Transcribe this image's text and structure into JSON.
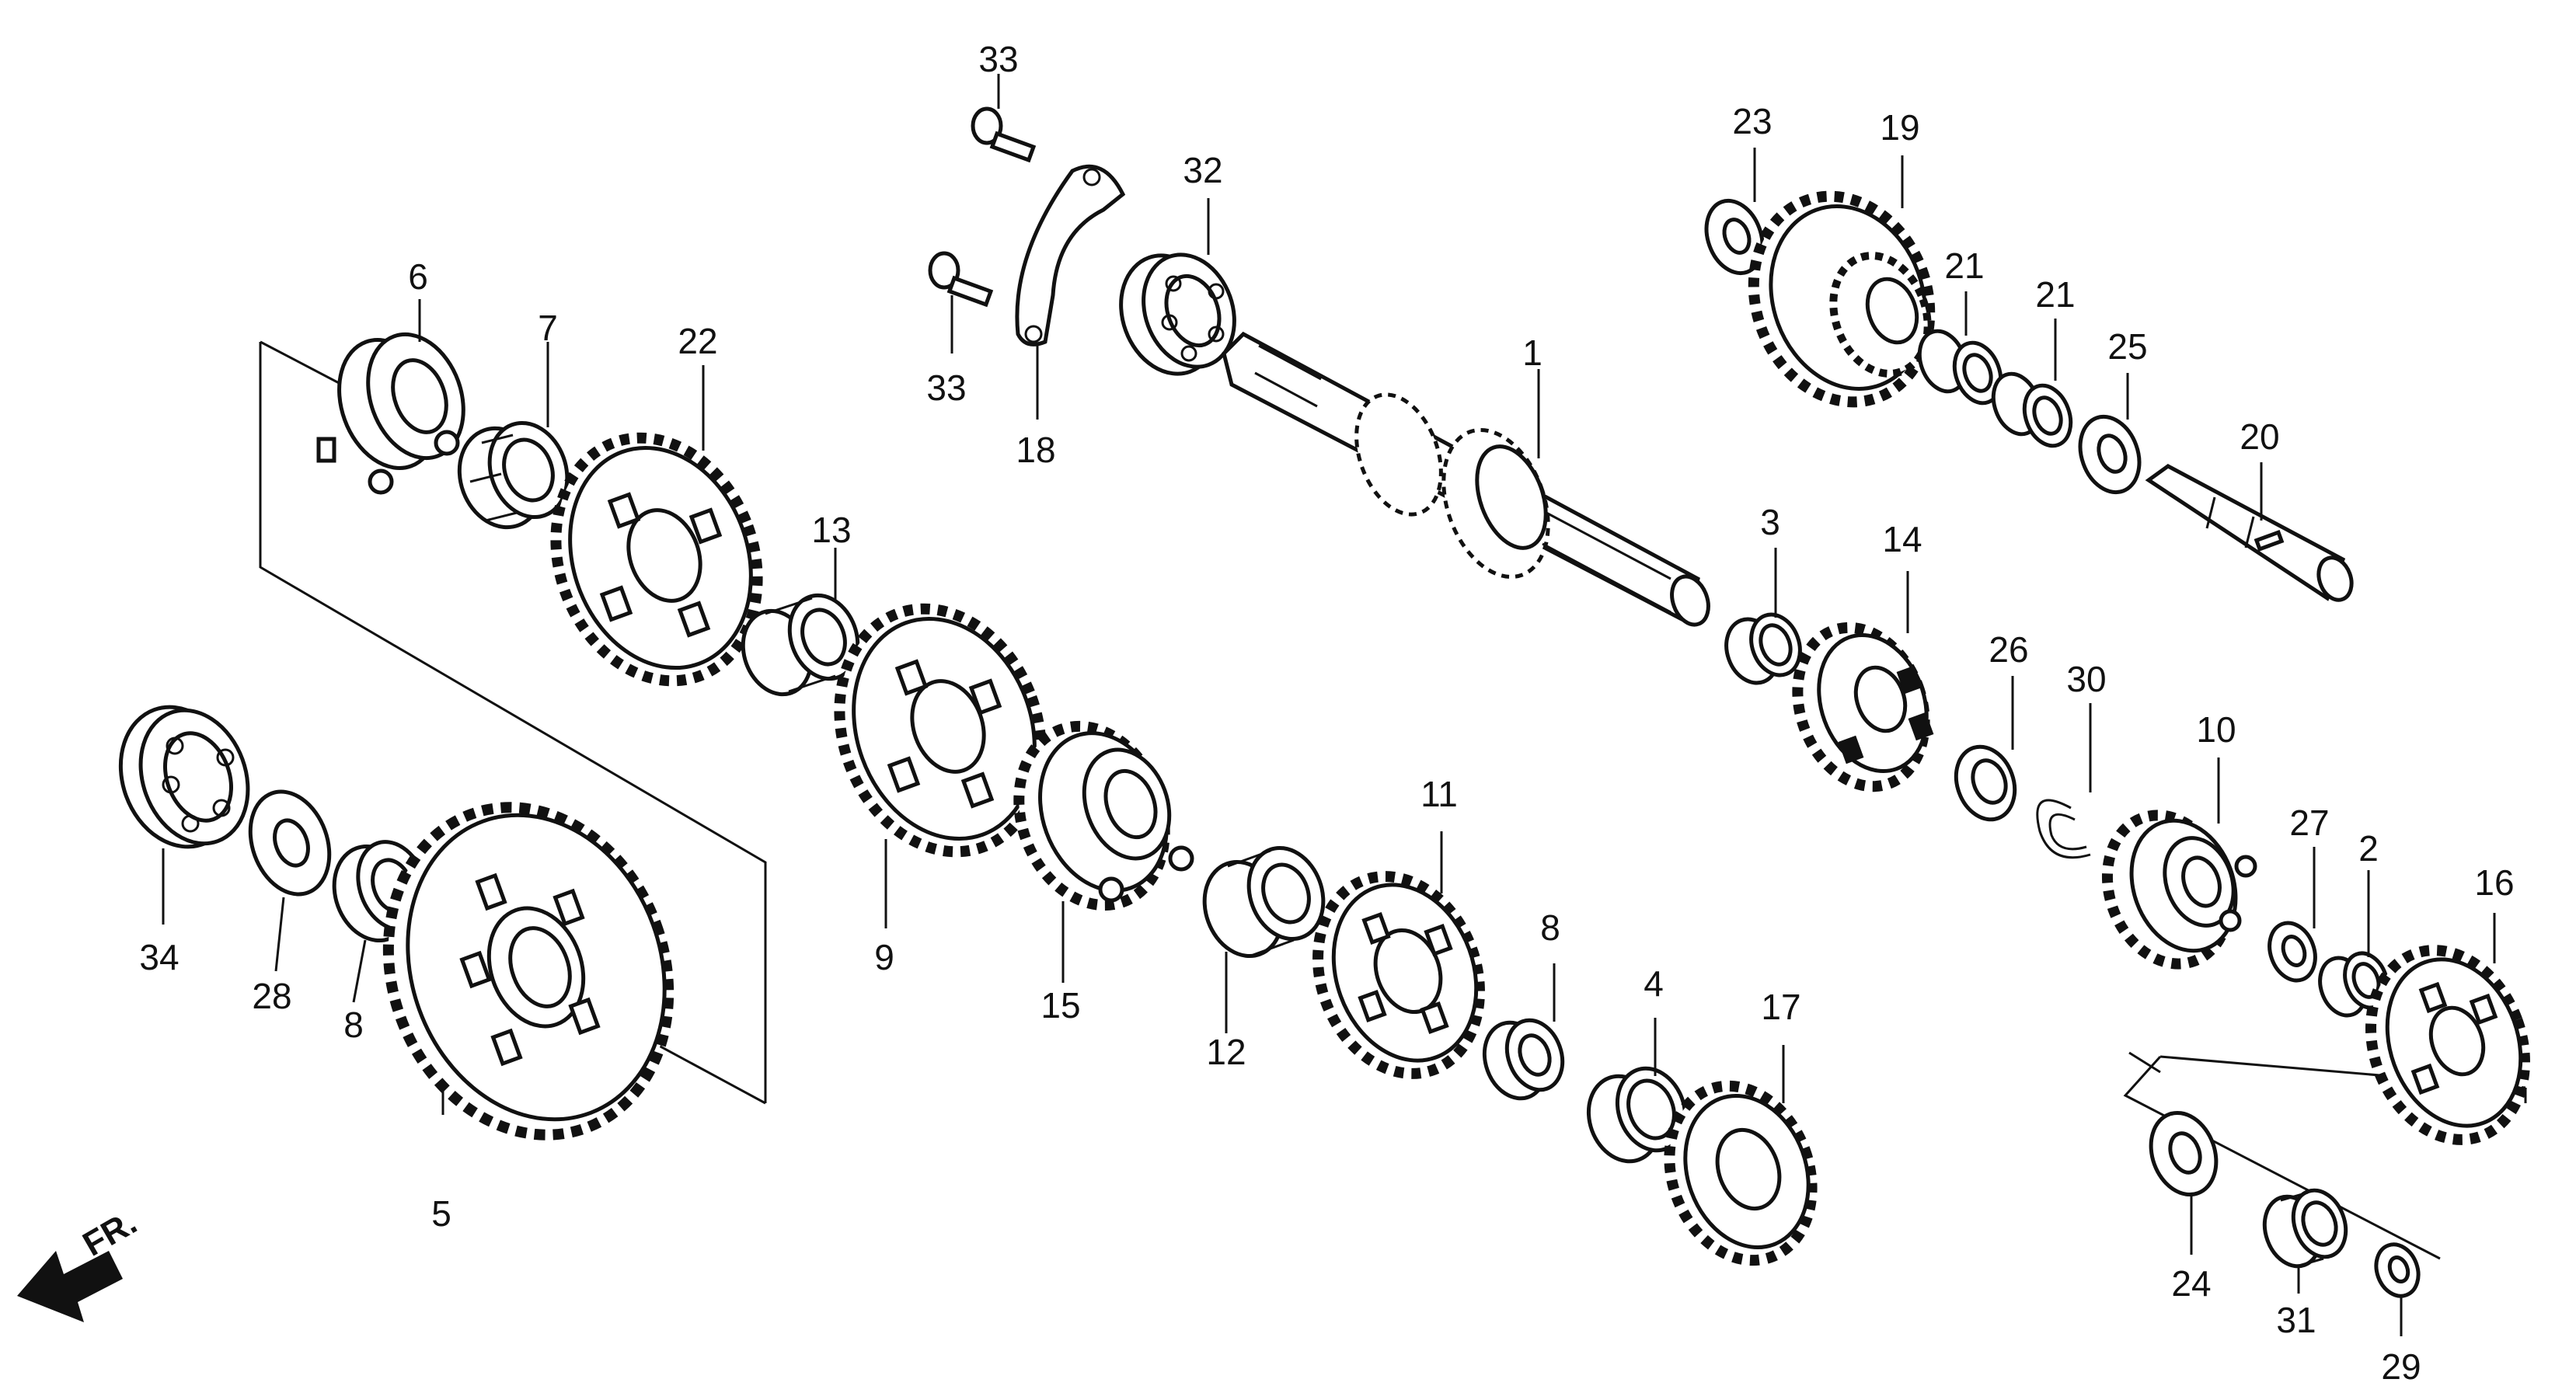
{
  "colors": {
    "line": "#111111",
    "background": "#ffffff"
  },
  "direction_label": "FR.",
  "callouts": {
    "p1": "1",
    "p2": "2",
    "p3": "3",
    "p4": "4",
    "p5": "5",
    "p6": "6",
    "p7": "7",
    "p8a": "8",
    "p8b": "8",
    "p9": "9",
    "p10": "10",
    "p11": "11",
    "p12": "12",
    "p13": "13",
    "p14": "14",
    "p15": "15",
    "p16": "16",
    "p17": "17",
    "p18": "18",
    "p19": "19",
    "p20": "20",
    "p21a": "21",
    "p21b": "21",
    "p22": "22",
    "p23": "23",
    "p24": "24",
    "p25": "25",
    "p26": "26",
    "p27": "27",
    "p28": "28",
    "p29": "29",
    "p30": "30",
    "p31": "31",
    "p32": "32",
    "p33a": "33",
    "p33b": "33",
    "p34": "34"
  }
}
